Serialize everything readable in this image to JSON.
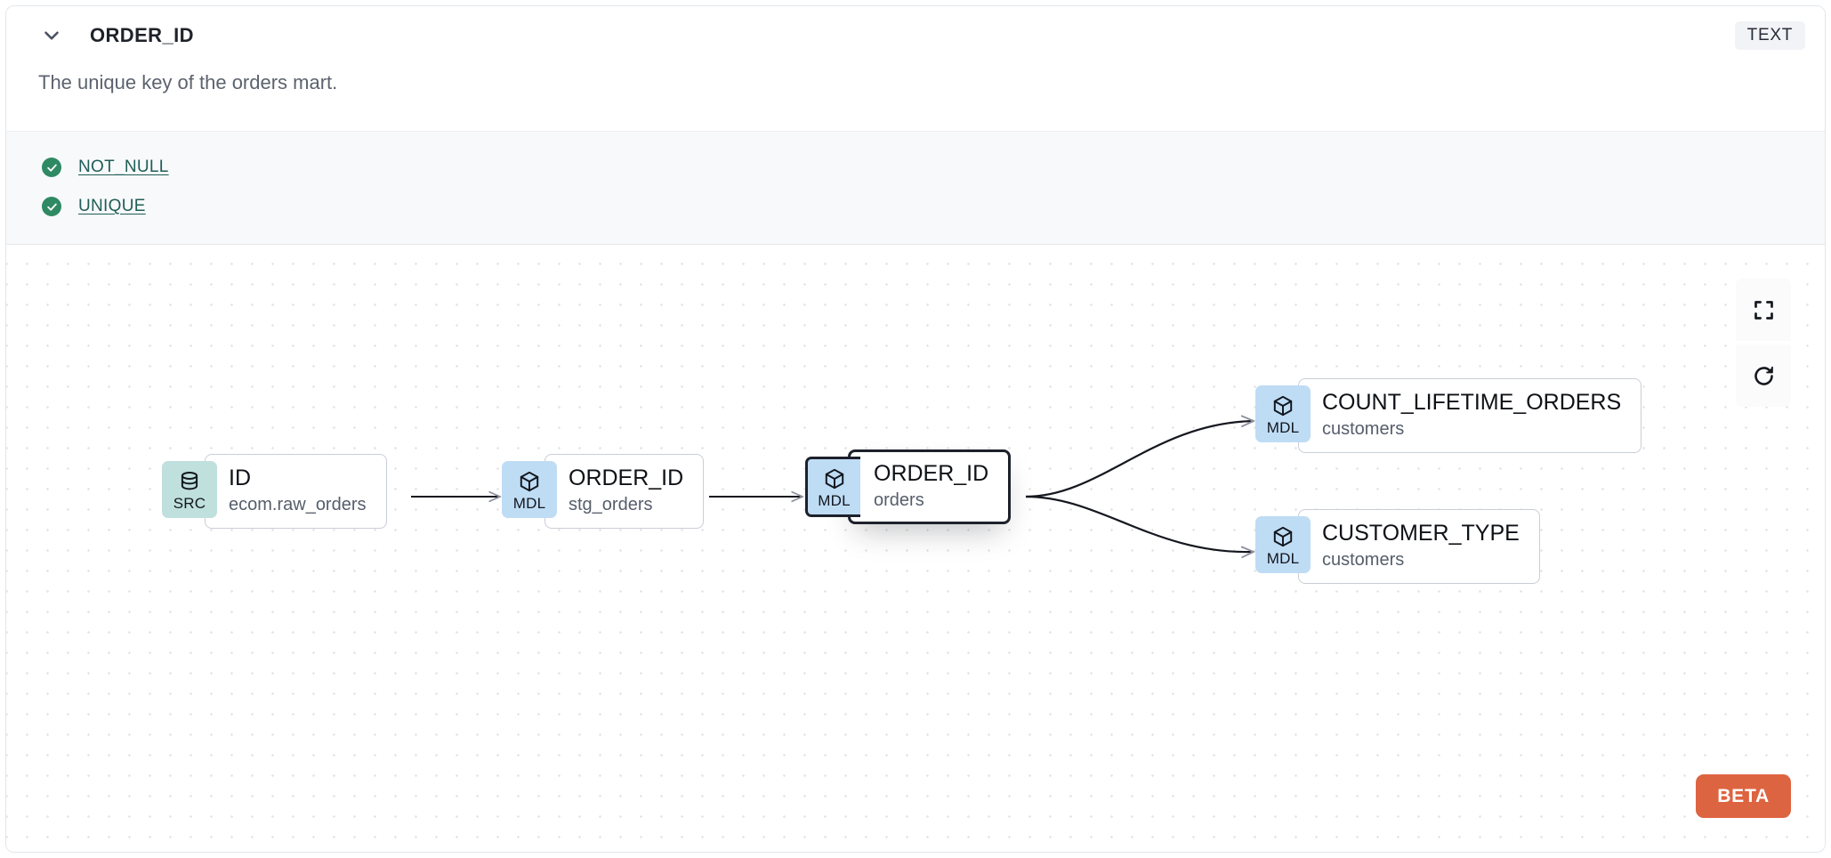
{
  "header": {
    "collapse_icon": "chevron-down-icon",
    "column_name": "ORDER_ID",
    "type_badge": "TEXT",
    "description": "The unique key of the orders mart."
  },
  "tests": [
    {
      "icon": "check-circle-icon",
      "label": "NOT_NULL",
      "status": "passed"
    },
    {
      "icon": "check-circle-icon",
      "label": "UNIQUE",
      "status": "passed"
    }
  ],
  "lineage": {
    "controls": [
      {
        "name": "fullscreen-icon",
        "label": "Fullscreen"
      },
      {
        "name": "refresh-icon",
        "label": "Refresh"
      }
    ],
    "beta_label": "BETA",
    "nodes": [
      {
        "id": "src-id",
        "badge": "SRC",
        "badge_icon": "database-icon",
        "name": "ID",
        "sub": "ecom.raw_orders",
        "selected": false
      },
      {
        "id": "mdl-stg-order-id",
        "badge": "MDL",
        "badge_icon": "cube-icon",
        "name": "ORDER_ID",
        "sub": "stg_orders",
        "selected": false
      },
      {
        "id": "mdl-orders-order-id",
        "badge": "MDL",
        "badge_icon": "cube-icon",
        "name": "ORDER_ID",
        "sub": "orders",
        "selected": true
      },
      {
        "id": "mdl-count-lifetime-orders",
        "badge": "MDL",
        "badge_icon": "cube-icon",
        "name": "COUNT_LIFETIME_ORDERS",
        "sub": "customers",
        "selected": false
      },
      {
        "id": "mdl-customer-type",
        "badge": "MDL",
        "badge_icon": "cube-icon",
        "name": "CUSTOMER_TYPE",
        "sub": "customers",
        "selected": false
      }
    ],
    "edges": [
      {
        "from": "src-id",
        "to": "mdl-stg-order-id"
      },
      {
        "from": "mdl-stg-order-id",
        "to": "mdl-orders-order-id"
      },
      {
        "from": "mdl-orders-order-id",
        "to": "mdl-count-lifetime-orders"
      },
      {
        "from": "mdl-orders-order-id",
        "to": "mdl-customer-type"
      }
    ]
  },
  "colors": {
    "src_badge_bg": "#bfe0dd",
    "mdl_badge_bg": "#bfdcf5",
    "test_pass_green": "#2f8a64",
    "link_teal": "#1f5d57",
    "beta_orange": "#dd6441",
    "selected_border": "#1d212b"
  }
}
